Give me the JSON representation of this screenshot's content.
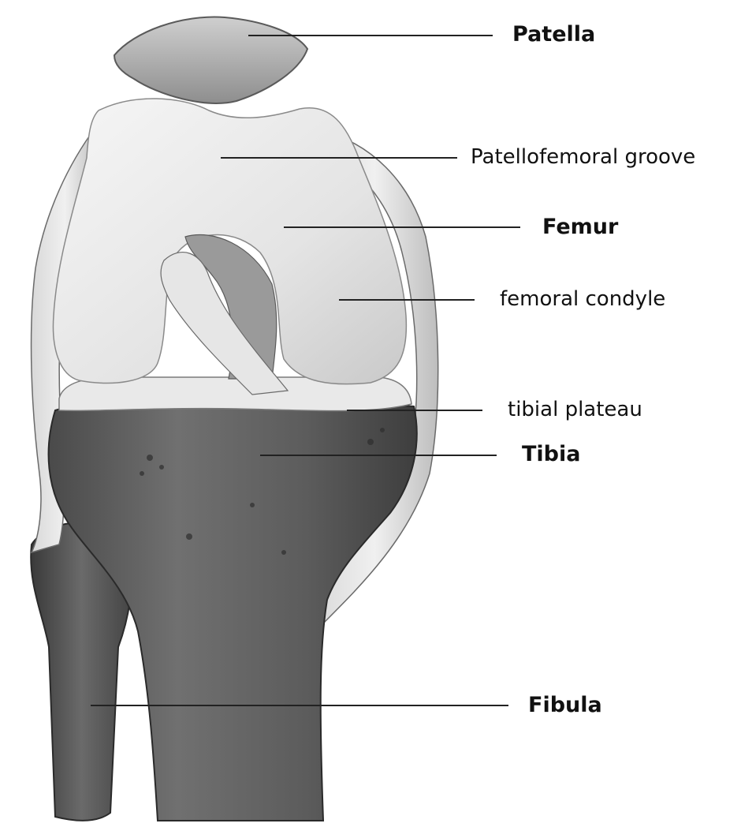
{
  "labels": {
    "patella": "Patella",
    "patellofemoral_groove": "Patellofemoral groove",
    "femur": "Femur",
    "femoral_condyle": "femoral condyle",
    "tibial_plateau": "tibial plateau",
    "tibia": "Tibia",
    "fibula": "Fibula"
  },
  "colors": {
    "background": "#ffffff",
    "leader_line": "#222222",
    "text": "#111111"
  }
}
